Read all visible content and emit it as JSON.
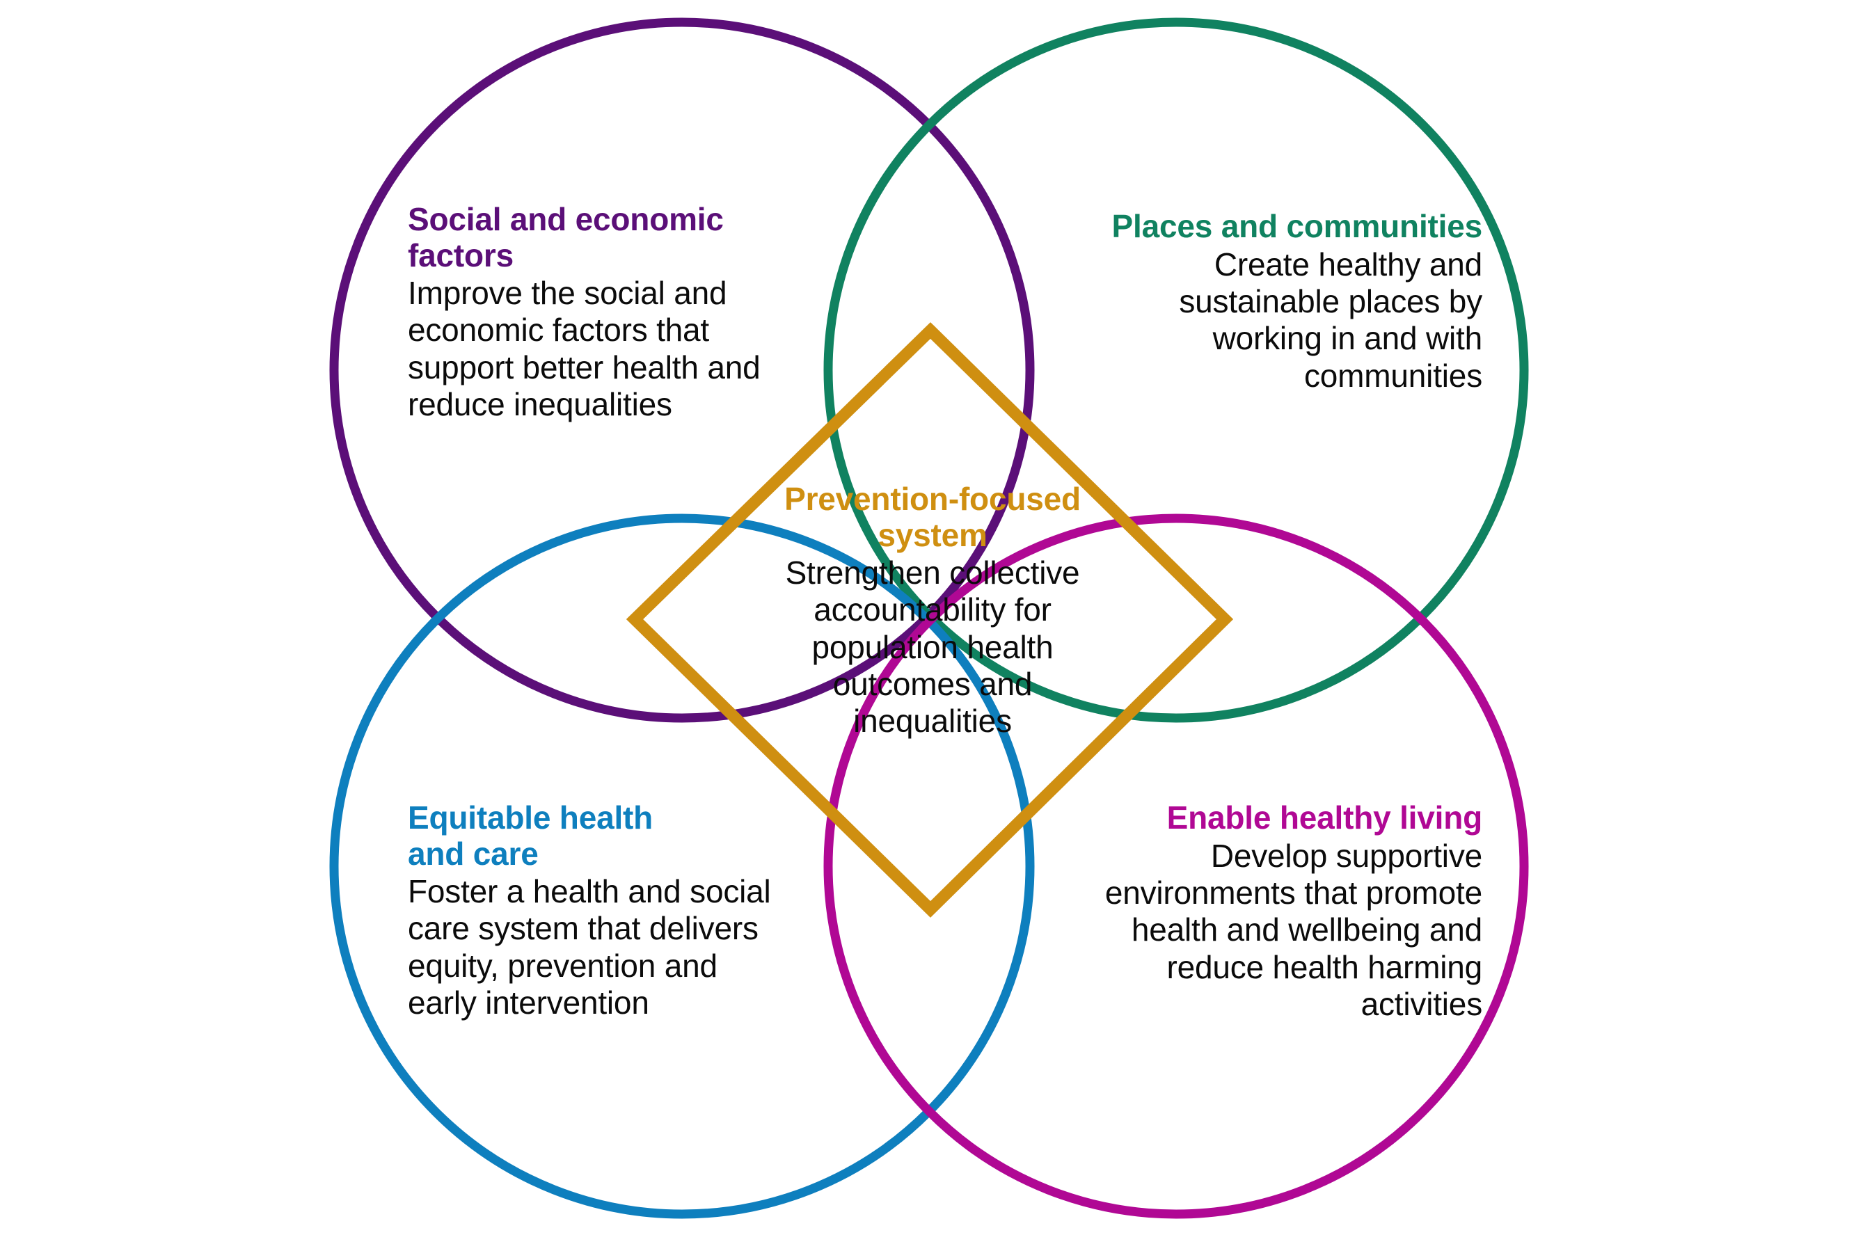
{
  "diagram": {
    "type": "venn-four-circle-with-center-diamond",
    "background_color": "#ffffff",
    "colors": {
      "social_purple": "#5B0F78",
      "places_green": "#108260",
      "equitable_blue": "#0E7FBE",
      "enable_magenta": "#B00894",
      "center_gold": "#CF8F11",
      "body_text": "#0B0B0B"
    },
    "quadrants": [
      {
        "id": "social-and-economic-factors",
        "heading_lines": [
          "Social and economic",
          "factors"
        ],
        "body_lines": [
          "Improve the social and",
          "economic factors that",
          "support better health and",
          "reduce inequalities"
        ],
        "color": "#5B0F78",
        "align": "left"
      },
      {
        "id": "places-and-communities",
        "heading_lines": [
          "Places and communities"
        ],
        "body_lines": [
          "Create healthy and",
          "sustainable places by",
          "working in and with",
          "communities"
        ],
        "color": "#108260",
        "align": "right"
      },
      {
        "id": "equitable-health-and-care",
        "heading_lines": [
          "Equitable health",
          "and care"
        ],
        "body_lines": [
          "Foster a health and social",
          "care system that delivers",
          "equity, prevention and",
          "early intervention"
        ],
        "color": "#0E7FBE",
        "align": "left"
      },
      {
        "id": "enable-healthy-living",
        "heading_lines": [
          "Enable healthy living"
        ],
        "body_lines": [
          "Develop supportive",
          "environments that promote",
          "health and wellbeing and",
          "reduce health harming",
          "activities"
        ],
        "color": "#B00894",
        "align": "right"
      }
    ],
    "center": {
      "id": "prevention-focused-system",
      "heading_lines": [
        "Prevention-focused",
        "system"
      ],
      "body_lines": [
        "Strengthen collective",
        "accountability for",
        "population health",
        "outcomes and",
        "inequalities"
      ],
      "color": "#CF8F11",
      "shape": "diamond"
    }
  },
  "social": {
    "heading_line_1": "Social and economic",
    "heading_line_2": "factors",
    "body_line_1": "Improve the social and",
    "body_line_2": "economic factors that",
    "body_line_3": "support better health and",
    "body_line_4": "reduce inequalities"
  },
  "places": {
    "heading_line_1": "Places and communities",
    "body_line_1": "Create healthy and",
    "body_line_2": "sustainable places by",
    "body_line_3": "working in and with",
    "body_line_4": "communities"
  },
  "equitable": {
    "heading_line_1": "Equitable health",
    "heading_line_2": "and care",
    "body_line_1": "Foster a health and social",
    "body_line_2": "care system that delivers",
    "body_line_3": "equity, prevention and",
    "body_line_4": "early intervention"
  },
  "enable": {
    "heading_line_1": "Enable healthy living",
    "body_line_1": "Develop supportive",
    "body_line_2": "environments that promote",
    "body_line_3": "health and wellbeing and",
    "body_line_4": "reduce health harming",
    "body_line_5": "activities"
  },
  "center": {
    "heading_line_1": "Prevention-focused",
    "heading_line_2": "system",
    "body_line_1": "Strengthen collective",
    "body_line_2": "accountability for",
    "body_line_3": "population health",
    "body_line_4": "outcomes and",
    "body_line_5": "inequalities"
  }
}
